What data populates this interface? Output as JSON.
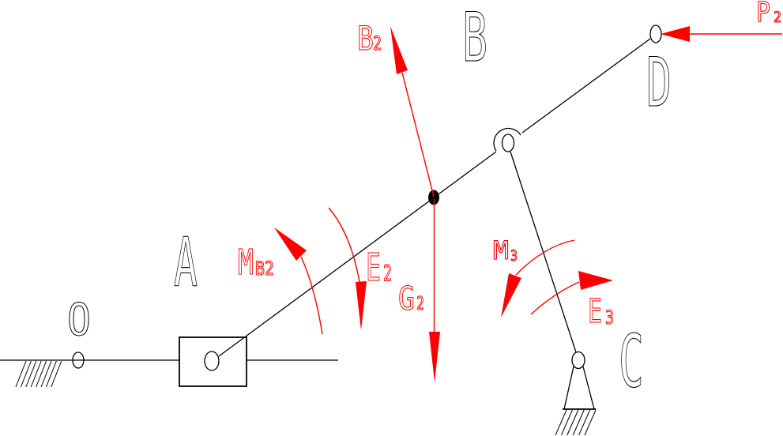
{
  "diagram": {
    "type": "mechanism-free-body-diagram",
    "background": "#ffffff",
    "colors": {
      "links": "#000000",
      "forces": "#ff0000"
    },
    "joints": {
      "o": "O",
      "a": "A",
      "b": "B",
      "c": "C",
      "d": "D"
    },
    "annotations": {
      "b2": {
        "main": "B",
        "sub": "2"
      },
      "p2": {
        "main": "P",
        "sub": "2"
      },
      "mb2": {
        "main": "M",
        "sub": "B2"
      },
      "e2": {
        "main": "E",
        "sub": "2"
      },
      "g2": {
        "main": "G",
        "sub": "2"
      },
      "m3": {
        "main": "M",
        "sub": "3"
      },
      "e3": {
        "main": "E",
        "sub": "3"
      }
    }
  }
}
